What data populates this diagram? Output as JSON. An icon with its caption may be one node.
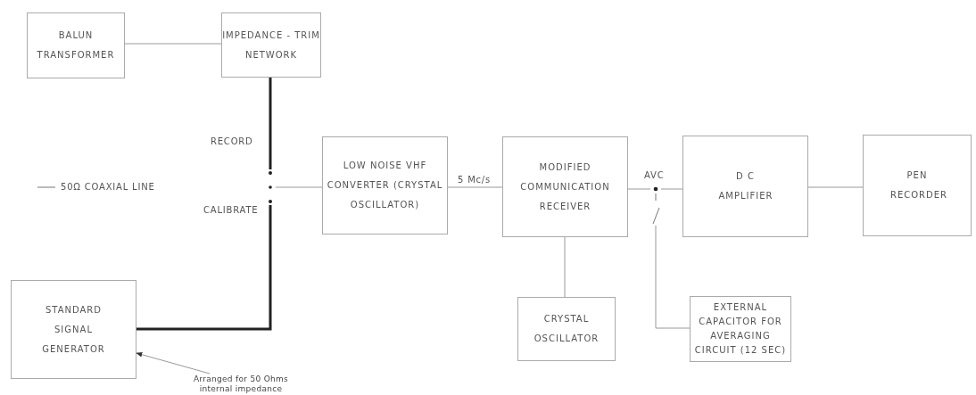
{
  "diagram": {
    "nodes": [
      {
        "text": [
          "BALUN TRANSFORMER"
        ]
      },
      {
        "text": [
          "IMPEDANCE - TRIM NETWORK"
        ]
      },
      {
        "text": [],
        "shape": "switch"
      },
      {
        "text": [
          "LOW NOISE VHF CONVERTER (CRYSTAL OSCILLATOR)"
        ]
      },
      {
        "text": [
          "MODIFIED COMMUNICATION RECEIVER"
        ]
      },
      {
        "text": [],
        "shape": "switch",
        "beside": [
          "AVC"
        ]
      },
      {
        "text": [
          "D C AMPLIFIER"
        ]
      },
      {
        "text": [
          "PEN RECORDER"
        ]
      },
      {
        "text": [
          "STANDARD SIGNAL GENERATOR"
        ]
      },
      {
        "text": [
          "CRYSTAL OSCILLATOR"
        ]
      },
      {
        "text": [
          "EXTERNAL CAPACITOR FOR AVERAGING CIRCUIT (12 SEC)"
        ]
      },
      {
        "text": [
          "Arranged for 50 Ohms internal impedance"
        ]
      }
    ],
    "edges": [
      {
        "from": 0,
        "to": 1,
        "arrow": "none"
      },
      {
        "from": 1,
        "to": 2,
        "arrow": "none",
        "style": "thick",
        "color": "#222222"
      },
      {
        "from": 8,
        "to": 2,
        "arrow": "none",
        "style": "thick",
        "color": "#222222"
      },
      {
        "from": 2,
        "to": 3,
        "arrow": "none"
      },
      {
        "from": 3,
        "to": 4,
        "arrow": "none",
        "label": "5 Mc/s"
      },
      {
        "from": 4,
        "to": 5,
        "arrow": "none"
      },
      {
        "from": 5,
        "to": 6,
        "arrow": "none"
      },
      {
        "from": 4,
        "to": 9,
        "arrow": "none"
      },
      {
        "from": 5,
        "to": 10,
        "arrow": "none"
      },
      {
        "from": 6,
        "to": 7,
        "arrow": "none"
      },
      {
        "from": 11,
        "to": 8,
        "arrow": "to"
      }
    ],
    "labels": [
      "RECORD",
      "50Ω COAXIAL LINE",
      "CALIBRATE"
    ]
  }
}
